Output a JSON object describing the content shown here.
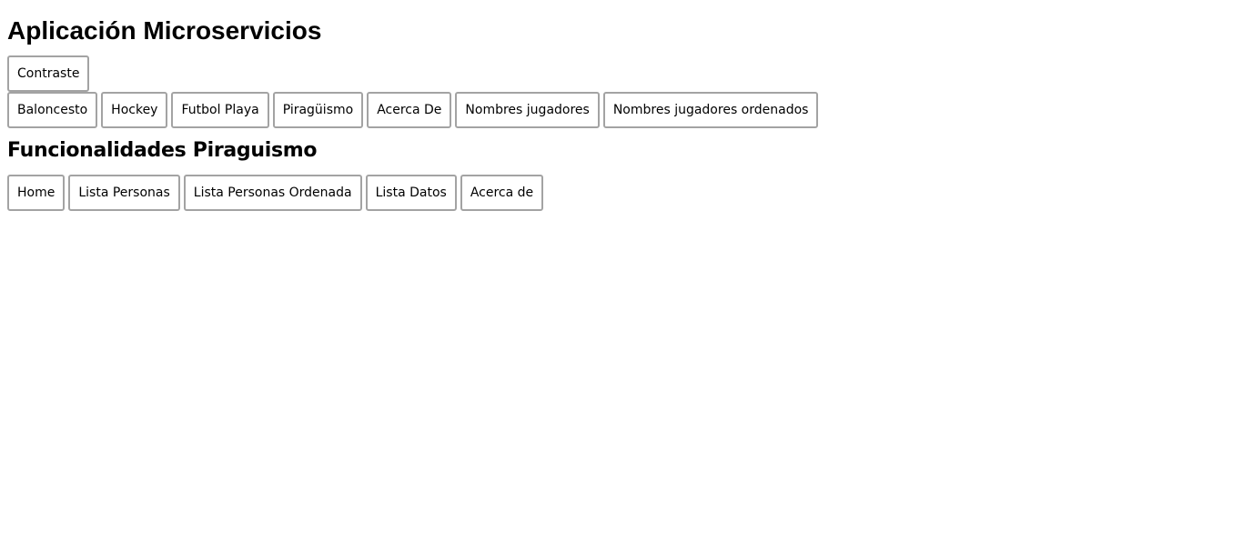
{
  "header": {
    "title": "Aplicación Microservicios"
  },
  "contrast": {
    "label": "Contraste"
  },
  "sports_nav": {
    "items": [
      {
        "label": "Baloncesto"
      },
      {
        "label": "Hockey"
      },
      {
        "label": "Futbol Playa"
      },
      {
        "label": "Piragüismo"
      },
      {
        "label": "Acerca De"
      },
      {
        "label": "Nombres jugadores"
      },
      {
        "label": "Nombres jugadores ordenados"
      }
    ]
  },
  "section": {
    "title": "Funcionalidades Piraguismo",
    "items": [
      {
        "label": "Home"
      },
      {
        "label": "Lista Personas"
      },
      {
        "label": "Lista Personas Ordenada"
      },
      {
        "label": "Lista Datos"
      },
      {
        "label": "Acerca de"
      }
    ]
  }
}
